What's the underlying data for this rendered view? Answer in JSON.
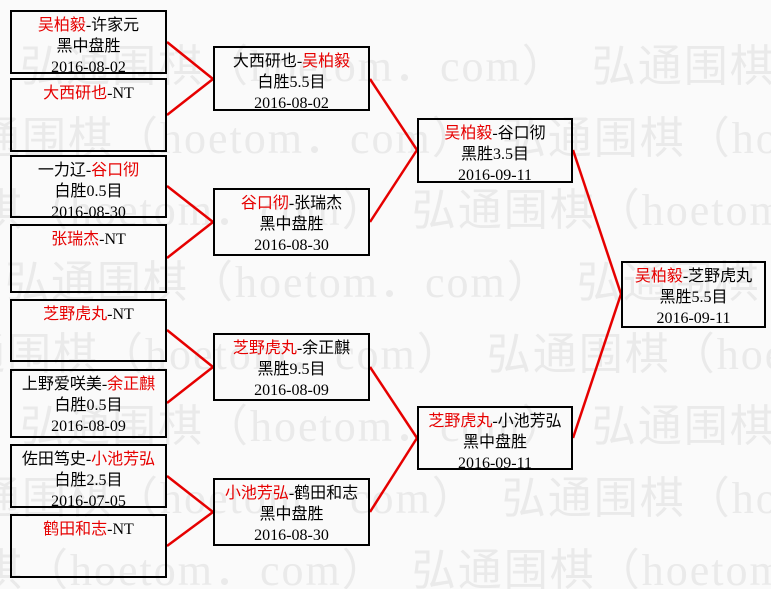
{
  "colors": {
    "red": "#e60000",
    "border": "#000000",
    "background": "#fafafa",
    "watermark": "#eaeaea"
  },
  "watermark": {
    "text": "弘通围棋（hoetom．com）"
  },
  "bracket": {
    "round1": [
      {
        "pre": "",
        "winner": "吴柏毅",
        "post": "-许家元",
        "result": "黑中盘胜",
        "date": "2016-08-02"
      },
      {
        "pre": "",
        "winner": "大西研也",
        "post": "-NT",
        "result": "",
        "date": ""
      },
      {
        "pre": "一力辽-",
        "winner": "谷口彻",
        "post": "",
        "result": "白胜0.5目",
        "date": "2016-08-30"
      },
      {
        "pre": "",
        "winner": "张瑞杰",
        "post": "-NT",
        "result": "",
        "date": ""
      },
      {
        "pre": "",
        "winner": "芝野虎丸",
        "post": "-NT",
        "result": "",
        "date": ""
      },
      {
        "pre": "上野爱咲美-",
        "winner": "余正麒",
        "post": "",
        "result": "白胜0.5目",
        "date": "2016-08-09"
      },
      {
        "pre": "佐田笃史-",
        "winner": "小池芳弘",
        "post": "",
        "result": "白胜2.5目",
        "date": "2016-07-05"
      },
      {
        "pre": "",
        "winner": "鹤田和志",
        "post": "-NT",
        "result": "",
        "date": ""
      }
    ],
    "round2": [
      {
        "pre": "大西研也-",
        "winner": "吴柏毅",
        "post": "",
        "result": "白胜5.5目",
        "date": "2016-08-02"
      },
      {
        "pre": "",
        "winner": "谷口彻",
        "post": "-张瑞杰",
        "result": "黑中盘胜",
        "date": "2016-08-30"
      },
      {
        "pre": "",
        "winner": "芝野虎丸",
        "post": "-余正麒",
        "result": "黑胜9.5目",
        "date": "2016-08-09"
      },
      {
        "pre": "",
        "winner": "小池芳弘",
        "post": "-鹤田和志",
        "result": "黑中盘胜",
        "date": "2016-08-30"
      }
    ],
    "semifinals": [
      {
        "pre": "",
        "winner": "吴柏毅",
        "post": "-谷口彻",
        "result": "黑胜3.5目",
        "date": "2016-09-11"
      },
      {
        "pre": "",
        "winner": "芝野虎丸",
        "post": "-小池芳弘",
        "result": "黑中盘胜",
        "date": "2016-09-11"
      }
    ],
    "final": [
      {
        "pre": "",
        "winner": "吴柏毅",
        "post": "-芝野虎丸",
        "result": "黑胜5.5目",
        "date": "2016-09-11"
      }
    ]
  }
}
